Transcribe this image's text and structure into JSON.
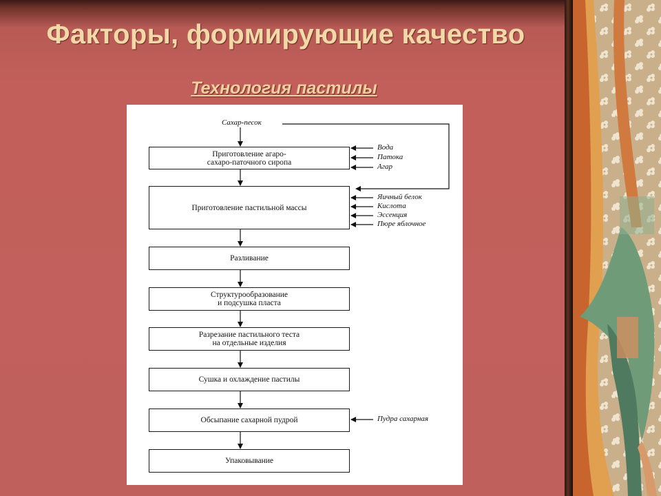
{
  "slide": {
    "title": "Факторы, формирующие качество",
    "subtitle": "Технология пастилы"
  },
  "diagram": {
    "top_input": "Сахар-песок",
    "steps": [
      {
        "line1": "Приготовление агаро-",
        "line2": "сахаро-паточного сиропа"
      },
      {
        "line1": "Приготовление пастильной массы",
        "line2": ""
      },
      {
        "line1": "Разливание",
        "line2": ""
      },
      {
        "line1": "Структурообразование",
        "line2": "и подсушка пласта"
      },
      {
        "line1": "Разрезание пастильного теста",
        "line2": "на отдельные изделия"
      },
      {
        "line1": "Сушка и охлаждение пастилы",
        "line2": ""
      },
      {
        "line1": "Обсыпание сахарной пудрой",
        "line2": ""
      },
      {
        "line1": "Упаковывание",
        "line2": ""
      }
    ],
    "inputs_step1": [
      "Вода",
      "Патока",
      "Агар"
    ],
    "inputs_step2": [
      "Яичный белок",
      "Кислота",
      "Эссенция",
      "Пюре яблочное"
    ],
    "inputs_step7": [
      "Пудра сахарная"
    ]
  },
  "colors": {
    "slide_background": "#c0605c",
    "title_text": "#f3d8a8",
    "diagram_background": "#ffffff"
  }
}
